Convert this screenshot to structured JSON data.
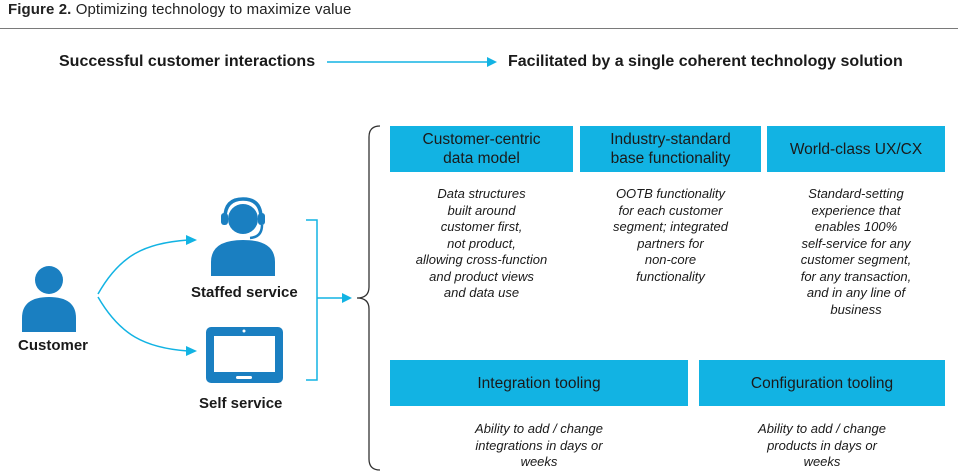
{
  "figure": {
    "label": "Figure 2.",
    "title": "Optimizing technology to maximize value"
  },
  "header": {
    "left": "Successful customer interactions",
    "right": "Facilitated by a single coherent technology solution"
  },
  "actors": {
    "customer": "Customer",
    "staffed": "Staffed service",
    "self": "Self service"
  },
  "pillars": [
    {
      "title": "Customer-centric\ndata model",
      "description": "Data structures\nbuilt around\ncustomer first,\nnot product,\nallowing cross-function\nand product views\nand data use"
    },
    {
      "title": "Industry-standard\nbase functionality",
      "description": "OOTB functionality\nfor each customer\nsegment; integrated\npartners for\nnon-core\nfunctionality"
    },
    {
      "title": "World-class UX/CX",
      "description": "Standard-setting\nexperience that\nenables 100%\nself-service for any\ncustomer segment,\nfor any transaction,\nand in any line of\nbusiness"
    }
  ],
  "tooling": [
    {
      "title": "Integration tooling",
      "description": "Ability to add / change\nintegrations in days or\nweeks"
    },
    {
      "title": "Configuration tooling",
      "description": "Ability to add / change\nproducts in days or\nweeks"
    }
  ],
  "colors": {
    "accent": "#12b3e3",
    "icon": "#1a7fc1",
    "text": "#1a1a1a"
  }
}
